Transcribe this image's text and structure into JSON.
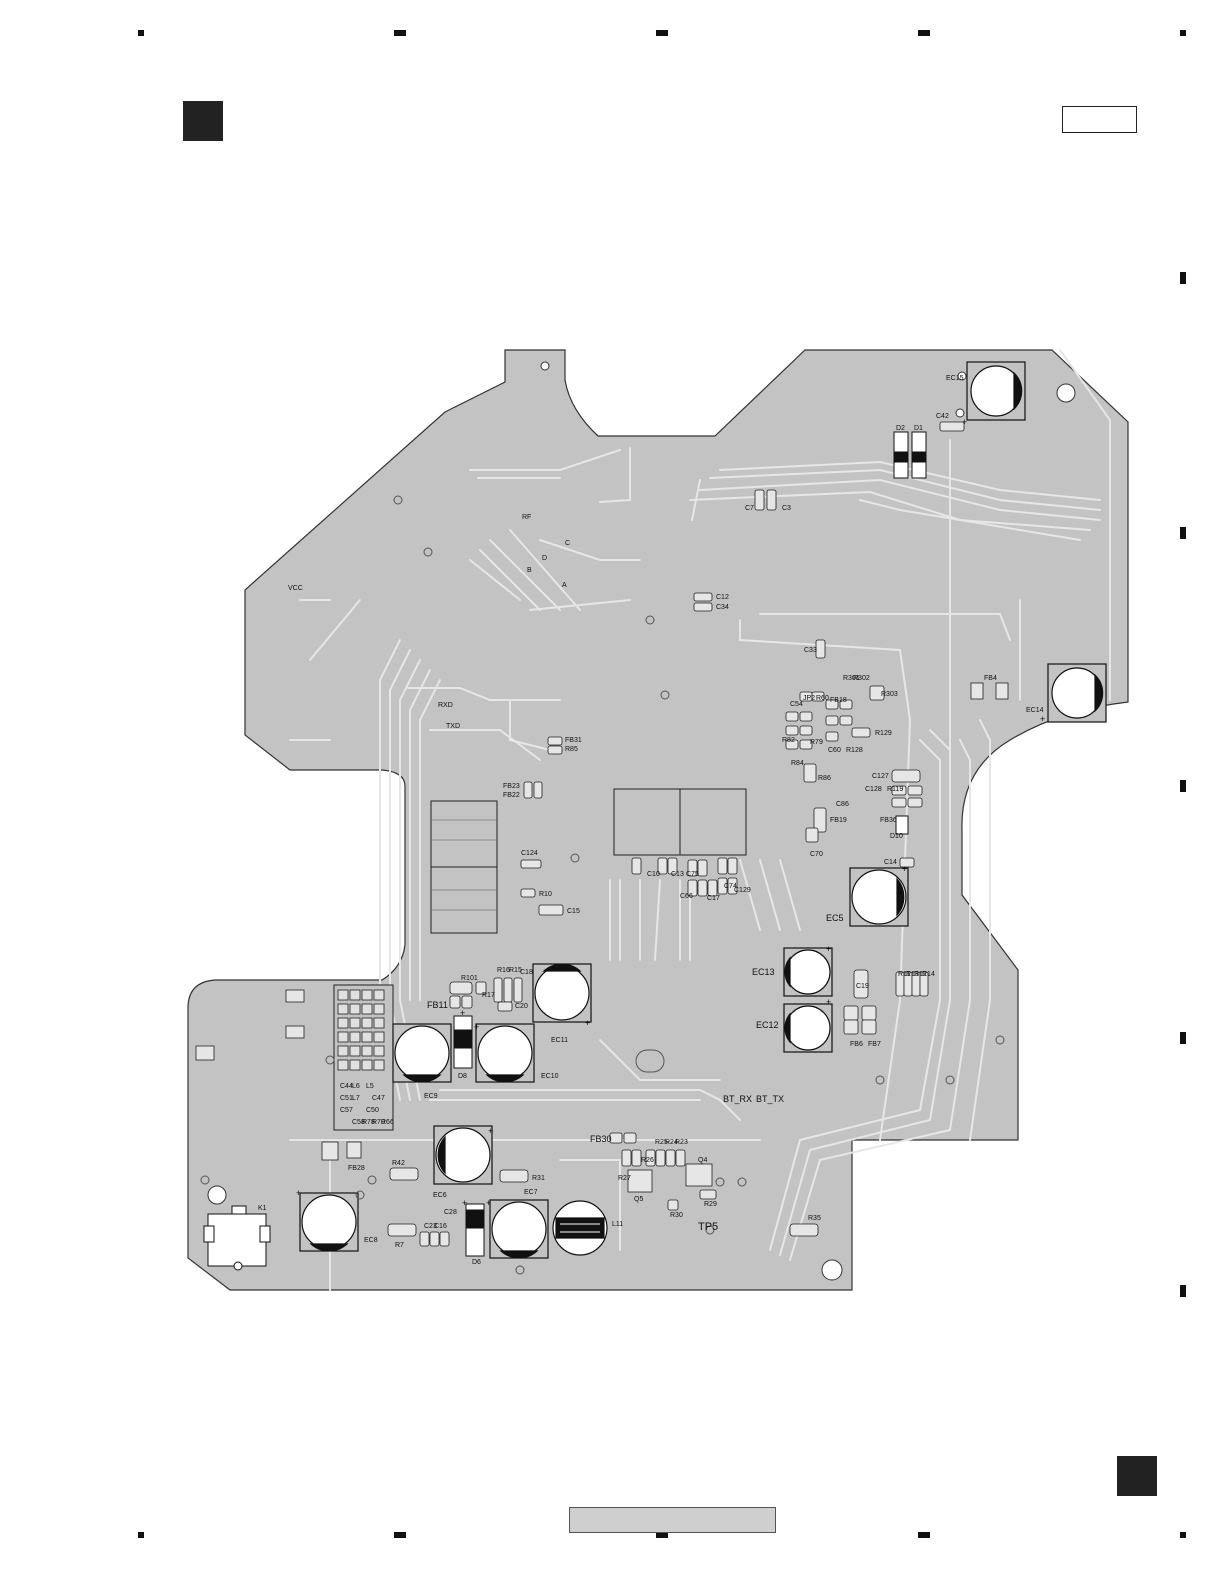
{
  "labels": {
    "ec15": "EC15",
    "c42": "C42",
    "d2": "D2",
    "d1": "D1",
    "c7": "C7",
    "c3": "C3",
    "rf": "RF",
    "c": "C",
    "d": "D",
    "b": "B",
    "a": "A",
    "vcc": "VCC",
    "c12": "C12",
    "c34": "C34",
    "c33": "C33",
    "fb4": "FB4",
    "ec14": "EC14",
    "r301": "R301",
    "r302": "R302",
    "r303": "R303",
    "c54": "C54",
    "jp2": "JP2",
    "r60": "R60",
    "fb18": "FB18",
    "r82": "R82",
    "r79": "R79",
    "c60": "C60",
    "r128": "R128",
    "r129": "R129",
    "r84": "R84",
    "r86": "R86",
    "rxd": "RXD",
    "txd": "TXD",
    "fb31": "FB31",
    "r85": "R85",
    "fb23": "FB23",
    "fb22": "FB22",
    "c127": "C127",
    "c128": "C128",
    "r119": "R119",
    "c86": "C86",
    "fb19": "FB19",
    "fb36": "FB36",
    "d10": "D10",
    "c70": "C70",
    "c14": "C14",
    "c124": "C124",
    "r10": "R10",
    "c15": "C15",
    "c10": "C10",
    "c13": "C13",
    "c75": "C75",
    "c74": "C74",
    "c129": "C129",
    "c66": "C66",
    "c17": "C17",
    "ec5": "EC5",
    "ec13": "EC13",
    "ec12": "EC12",
    "c19": "C19",
    "fb6": "FB6",
    "fb7": "FB7",
    "r11": "R11",
    "r13": "R13",
    "r12": "R12",
    "r14": "R14",
    "r101": "R101",
    "r16": "R16",
    "r15": "R15",
    "c18": "C18",
    "r17": "R17",
    "c20": "C20",
    "fb11": "FB11",
    "d8": "D8",
    "ec11": "EC11",
    "ec10": "EC10",
    "ec9": "EC9",
    "c57": "C57",
    "c51": "C51",
    "c44": "C44",
    "l7": "L7",
    "l6": "L6",
    "l5": "L5",
    "c58": "C58",
    "c50": "C50",
    "c47": "C47",
    "r78": "R78",
    "r70": "R70",
    "r66": "R66",
    "bt_rx": "BT_RX",
    "bt_tx": "BT_TX",
    "fb30": "FB30",
    "r25": "R25",
    "r24": "R24",
    "r23": "R23",
    "r26": "R26",
    "r27": "R27",
    "q4": "Q4",
    "q5": "Q5",
    "r29": "R29",
    "r30": "R30",
    "tp5": "TP5",
    "r35": "R35",
    "fb28": "FB28",
    "r42": "R42",
    "r31": "R31",
    "ec6": "EC6",
    "ec7": "EC7",
    "k1": "K1",
    "ec8": "EC8",
    "r7": "R7",
    "c23": "C23",
    "c16": "C16",
    "c28": "C28",
    "d6": "D6",
    "l11": "L11"
  }
}
